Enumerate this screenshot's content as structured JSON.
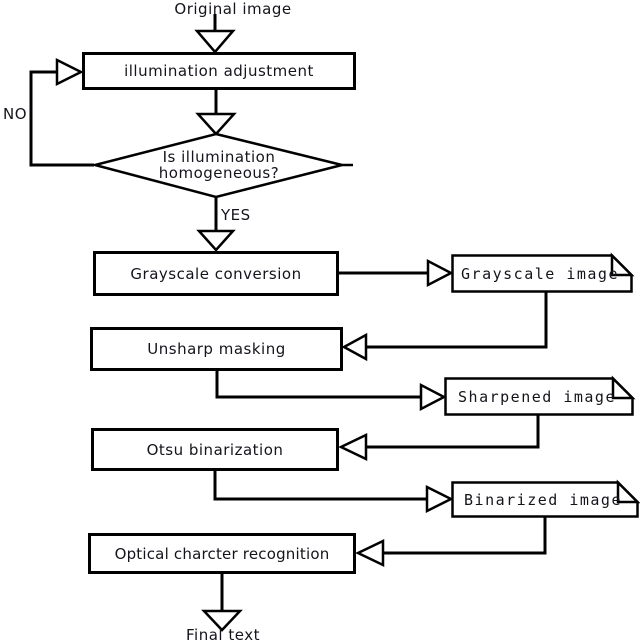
{
  "colors": {
    "stroke": "#000000",
    "background": "#ffffff",
    "text": "#14141c"
  },
  "flowchart": {
    "start_label": "Original image",
    "end_label": "Final text",
    "branch_no": "NO",
    "branch_yes": "YES",
    "decision": {
      "line1": "Is illumination",
      "line2": "homogeneous?"
    },
    "process_boxes": {
      "illumination": "illumination adjustment",
      "grayscale": "Grayscale conversion",
      "unsharp": "Unsharp masking",
      "otsu": "Otsu binarization",
      "ocr": "Optical charcter recognition"
    },
    "documents": {
      "grayscale_image": "Grayscale image",
      "sharpened_image": "Sharpened image",
      "binarized_image": "Binarized image"
    },
    "edges": [
      {
        "from": "Original image",
        "to": "illumination adjustment",
        "label": ""
      },
      {
        "from": "illumination adjustment",
        "to": "Is illumination homogeneous?",
        "label": ""
      },
      {
        "from": "Is illumination homogeneous?",
        "to": "illumination adjustment",
        "label": "NO"
      },
      {
        "from": "Is illumination homogeneous?",
        "to": "Grayscale conversion",
        "label": "YES"
      },
      {
        "from": "Grayscale conversion",
        "to": "Grayscale image",
        "label": ""
      },
      {
        "from": "Grayscale image",
        "to": "Unsharp masking",
        "label": ""
      },
      {
        "from": "Unsharp masking",
        "to": "Sharpened image",
        "label": ""
      },
      {
        "from": "Sharpened image",
        "to": "Otsu binarization",
        "label": ""
      },
      {
        "from": "Otsu binarization",
        "to": "Binarized image",
        "label": ""
      },
      {
        "from": "Binarized image",
        "to": "Optical charcter recognition",
        "label": ""
      },
      {
        "from": "Optical charcter recognition",
        "to": "Final text",
        "label": ""
      }
    ]
  }
}
